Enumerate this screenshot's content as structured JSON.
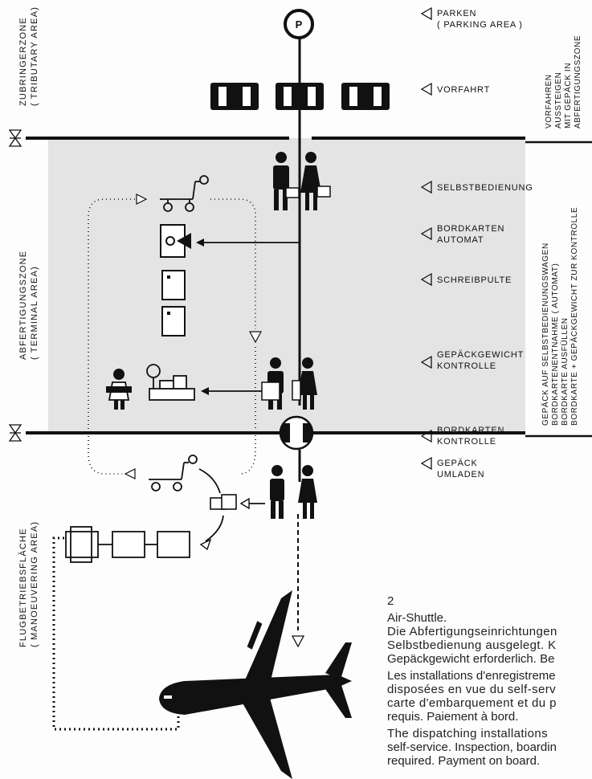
{
  "zones": {
    "tributary": {
      "de": "ZUBRINGERZONE",
      "en": "( TRIBUTARY AREA)"
    },
    "terminal": {
      "de": "ABFERTIGUNGSZONE",
      "en": "( TERMINAL AREA)"
    },
    "manoeuvering": {
      "de": "FLUGBETRIEBSFLÄCHE",
      "en": "( MANOEUVERING AREA)"
    }
  },
  "stations": [
    {
      "line1": "PARKEN",
      "line2": "( PARKING AREA )"
    },
    {
      "line1": "VORFAHRT",
      "line2": ""
    },
    {
      "line1": "SELBSTBEDIENUNG",
      "line2": ""
    },
    {
      "line1": "BORDKARTEN",
      "line2": "AUTOMAT"
    },
    {
      "line1": "SCHREIBPULTE",
      "line2": ""
    },
    {
      "line1": "GEPÄCKGEWICHT",
      "line2": "KONTROLLE"
    },
    {
      "line1": "BORDKARTEN",
      "line2": "KONTROLLE"
    },
    {
      "line1": "GEPÄCK",
      "line2": "UMLADEN"
    }
  ],
  "parking_symbol": "P",
  "right_notes": {
    "top": [
      "VORFAHREN",
      "AUSSTEIGEN",
      "MIT GEPÄCK IN",
      "ABFERTIGUNGSZONE"
    ],
    "bottom": [
      "GEPÄCK AUF SELBSTBEDIENUNGSWAGEN",
      "BORDKARTENENTNAHME ( AUTOMAT)",
      "BORDKARTE  AUSFÜLLEN",
      "BORDKARTE + GEPÄCKGEWICHT ZUR KONTROLLE"
    ]
  },
  "caption": {
    "number": "2",
    "title": "Air-Shuttle.",
    "de": [
      "Die  Abfertigungseinrichtungen",
      "Selbstbedienung  ausgelegt.  K",
      "Gepäckgewicht erforderlich. Be"
    ],
    "fr": [
      "Les installations d'enregistreme",
      "disposées  en  vue  du  self-serv",
      "carte  d'embarquement  et  du  p",
      "requis.  Paiement à bord."
    ],
    "en": [
      "The  dispatching  installations",
      "self-service. Inspection, boardin",
      "required. Payment on board."
    ]
  }
}
